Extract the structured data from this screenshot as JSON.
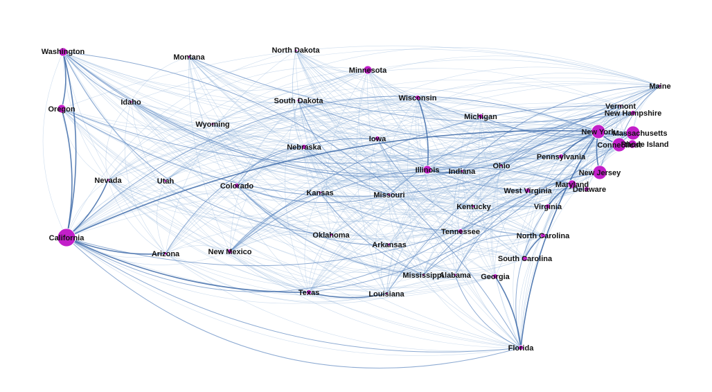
{
  "colors": {
    "node": "#c21fc9",
    "edge": "#8fb2da",
    "edge_strong": "#3d6aa8",
    "background": "#ffffff"
  },
  "nodes": [
    {
      "id": "washington",
      "label": "Washington",
      "size": "medium"
    },
    {
      "id": "montana",
      "label": "Montana",
      "size": "tiny"
    },
    {
      "id": "north-dakota",
      "label": "North Dakota",
      "size": "tiny"
    },
    {
      "id": "minnesota",
      "label": "Minnesota",
      "size": "medium"
    },
    {
      "id": "maine",
      "label": "Maine",
      "size": "tiny"
    },
    {
      "id": "oregon",
      "label": "Oregon",
      "size": "medium"
    },
    {
      "id": "idaho",
      "label": "Idaho",
      "size": "tiny"
    },
    {
      "id": "south-dakota",
      "label": "South Dakota",
      "size": "tiny"
    },
    {
      "id": "wisconsin",
      "label": "Wisconsin",
      "size": "small"
    },
    {
      "id": "vermont",
      "label": "Vermont",
      "size": "tiny"
    },
    {
      "id": "new-hampshire",
      "label": "New Hampshire",
      "size": "small"
    },
    {
      "id": "michigan",
      "label": "Michigan",
      "size": "small"
    },
    {
      "id": "wyoming",
      "label": "Wyoming",
      "size": "tiny"
    },
    {
      "id": "new-york",
      "label": "New York",
      "size": "large"
    },
    {
      "id": "massachusetts",
      "label": "Massachusetts",
      "size": "large"
    },
    {
      "id": "iowa",
      "label": "Iowa",
      "size": "small"
    },
    {
      "id": "nebraska",
      "label": "Nebraska",
      "size": "small"
    },
    {
      "id": "connecticut",
      "label": "Connecticut",
      "size": "large"
    },
    {
      "id": "rhode-island",
      "label": "Rhode Island",
      "size": "medium"
    },
    {
      "id": "pennsylvania",
      "label": "Pennsylvania",
      "size": "small"
    },
    {
      "id": "illinois",
      "label": "Illinois",
      "size": "medium"
    },
    {
      "id": "indiana",
      "label": "Indiana",
      "size": "tiny"
    },
    {
      "id": "ohio",
      "label": "Ohio",
      "size": "tiny"
    },
    {
      "id": "new-jersey",
      "label": "New Jersey",
      "size": "large"
    },
    {
      "id": "nevada",
      "label": "Nevada",
      "size": "tiny"
    },
    {
      "id": "utah",
      "label": "Utah",
      "size": "tiny"
    },
    {
      "id": "colorado",
      "label": "Colorado",
      "size": "small"
    },
    {
      "id": "kansas",
      "label": "Kansas",
      "size": "tiny"
    },
    {
      "id": "missouri",
      "label": "Missouri",
      "size": "tiny"
    },
    {
      "id": "west-virginia",
      "label": "West Virginia",
      "size": "small"
    },
    {
      "id": "maryland",
      "label": "Maryland",
      "size": "medium"
    },
    {
      "id": "delaware",
      "label": "Delaware",
      "size": "small"
    },
    {
      "id": "kentucky",
      "label": "Kentucky",
      "size": "tiny"
    },
    {
      "id": "virginia",
      "label": "Virginia",
      "size": "small"
    },
    {
      "id": "california",
      "label": "California",
      "size": "xlarge"
    },
    {
      "id": "oklahoma",
      "label": "Oklahoma",
      "size": "tiny"
    },
    {
      "id": "tennessee",
      "label": "Tennessee",
      "size": "small"
    },
    {
      "id": "north-carolina",
      "label": "North Carolina",
      "size": "small"
    },
    {
      "id": "arkansas",
      "label": "Arkansas",
      "size": "tiny"
    },
    {
      "id": "new-mexico",
      "label": "New Mexico",
      "size": "small"
    },
    {
      "id": "arizona",
      "label": "Arizona",
      "size": "tiny"
    },
    {
      "id": "south-carolina",
      "label": "South Carolina",
      "size": "small"
    },
    {
      "id": "mississippi",
      "label": "Mississippi",
      "size": "tiny"
    },
    {
      "id": "alabama",
      "label": "Alabama",
      "size": "tiny"
    },
    {
      "id": "georgia",
      "label": "Georgia",
      "size": "small"
    },
    {
      "id": "texas",
      "label": "Texas",
      "size": "small"
    },
    {
      "id": "louisiana",
      "label": "Louisiana",
      "size": "tiny"
    },
    {
      "id": "florida",
      "label": "Florida",
      "size": "small"
    }
  ],
  "strong_edges": [
    [
      "california",
      "nevada"
    ],
    [
      "california",
      "arizona"
    ],
    [
      "california",
      "texas"
    ],
    [
      "california",
      "oregon"
    ],
    [
      "california",
      "washington"
    ],
    [
      "new-york",
      "new-jersey"
    ],
    [
      "new-york",
      "connecticut"
    ],
    [
      "new-york",
      "florida"
    ],
    [
      "illinois",
      "indiana"
    ],
    [
      "illinois",
      "wisconsin"
    ],
    [
      "texas",
      "louisiana"
    ],
    [
      "florida",
      "georgia"
    ],
    [
      "new-york",
      "massachusetts"
    ],
    [
      "new-york",
      "pennsylvania"
    ],
    [
      "maryland",
      "virginia"
    ],
    [
      "north-carolina",
      "south-carolina"
    ],
    [
      "oregon",
      "washington"
    ],
    [
      "new-york",
      "california"
    ]
  ]
}
